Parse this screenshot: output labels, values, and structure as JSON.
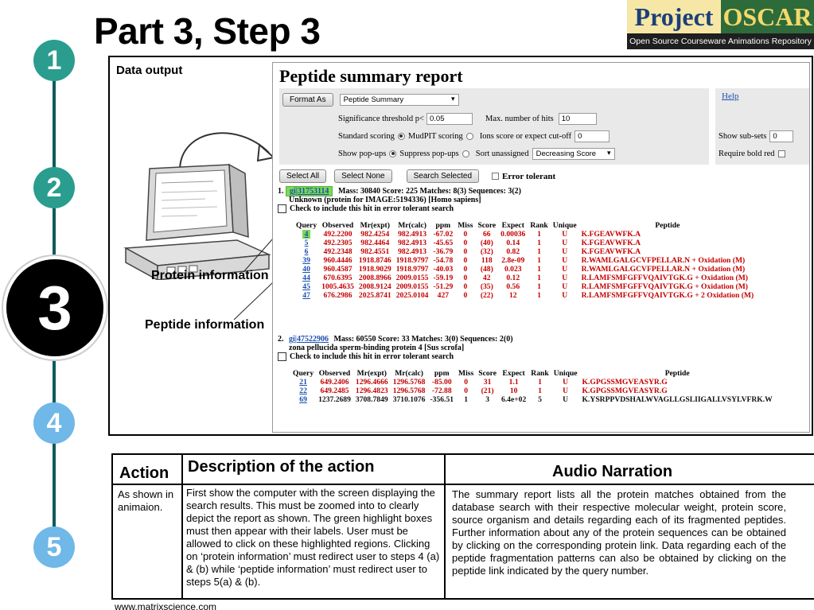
{
  "slide": {
    "title": "Part 3, Step 3",
    "footer": "www.matrixscience.com",
    "steps": [
      "1",
      "2",
      "3",
      "4",
      "5"
    ],
    "current_step": "3"
  },
  "logo": {
    "word1": "Project",
    "word2": "OSCAR",
    "subtitle": "Open Source Courseware Animations Repository"
  },
  "panel": {
    "label": "Data output",
    "callouts": {
      "protein": "Protein information",
      "peptide": "Peptide information"
    }
  },
  "report": {
    "title": "Peptide summary report",
    "format_button": "Format As",
    "format_value": "Peptide Summary",
    "help": "Help",
    "sig_label": "Significance threshold p<",
    "sig_value": "0.05",
    "max_hits_label": "Max. number of hits",
    "max_hits_value": "10",
    "standard_scoring": "Standard scoring",
    "mudpit_scoring": "MudPIT scoring",
    "ions_label": "Ions score or expect cut-off",
    "ions_value": "0",
    "subsets_label": "Show sub-sets",
    "subsets_value": "0",
    "show_popups": "Show pop-ups",
    "suppress_popups": "Suppress pop-ups",
    "sort_label": "Sort unassigned",
    "sort_value": "Decreasing Score",
    "bold_red_label": "Require bold red",
    "select_all": "Select All",
    "select_none": "Select None",
    "search_selected": "Search Selected",
    "error_tolerant": "Error tolerant",
    "columns": [
      "Query",
      "Observed",
      "Mr(expt)",
      "Mr(calc)",
      "ppm",
      "Miss",
      "Score",
      "Expect",
      "Rank",
      "Unique",
      "Peptide"
    ],
    "hits": [
      {
        "num": "1.",
        "accession": "gi|31753114",
        "summary": "Mass: 30840   Score: 225   Matches: 8(3)  Sequences: 3(2)",
        "description": "Unknown (protein for IMAGE:5194336) [Homo sapiens]",
        "check_text": "Check to include this hit in error tolerant search",
        "rows": [
          {
            "q": "4",
            "obs": "492.2200",
            "mexp": "982.4254",
            "mcalc": "982.4913",
            "ppm": "-67.02",
            "miss": "0",
            "score": "66",
            "expect": "0.00036",
            "rank": "1",
            "uniq": "U",
            "pep": "K.FGEAVWFK.A"
          },
          {
            "q": "5",
            "obs": "492.2305",
            "mexp": "982.4464",
            "mcalc": "982.4913",
            "ppm": "-45.65",
            "miss": "0",
            "score": "(40)",
            "expect": "0.14",
            "rank": "1",
            "uniq": "U",
            "pep": "K.FGEAVWFK.A"
          },
          {
            "q": "6",
            "obs": "492.2348",
            "mexp": "982.4551",
            "mcalc": "982.4913",
            "ppm": "-36.79",
            "miss": "0",
            "score": "(32)",
            "expect": "0.82",
            "rank": "1",
            "uniq": "U",
            "pep": "K.FGEAVWFK.A"
          },
          {
            "q": "39",
            "obs": "960.4446",
            "mexp": "1918.8746",
            "mcalc": "1918.9797",
            "ppm": "-54.78",
            "miss": "0",
            "score": "118",
            "expect": "2.8e-09",
            "rank": "1",
            "uniq": "U",
            "pep": "R.WAMLGALGCVFPELLAR.N + Oxidation (M)"
          },
          {
            "q": "40",
            "obs": "960.4587",
            "mexp": "1918.9029",
            "mcalc": "1918.9797",
            "ppm": "-40.03",
            "miss": "0",
            "score": "(48)",
            "expect": "0.023",
            "rank": "1",
            "uniq": "U",
            "pep": "R.WAMLGALGCVFPELLAR.N + Oxidation (M)"
          },
          {
            "q": "44",
            "obs": "670.6395",
            "mexp": "2008.8966",
            "mcalc": "2009.0155",
            "ppm": "-59.19",
            "miss": "0",
            "score": "42",
            "expect": "0.12",
            "rank": "1",
            "uniq": "U",
            "pep": "R.LAMFSMFGFFVQAIVTGK.G + Oxidation (M)"
          },
          {
            "q": "45",
            "obs": "1005.4635",
            "mexp": "2008.9124",
            "mcalc": "2009.0155",
            "ppm": "-51.29",
            "miss": "0",
            "score": "(35)",
            "expect": "0.56",
            "rank": "1",
            "uniq": "U",
            "pep": "R.LAMFSMFGFFVQAIVTGK.G + Oxidation (M)"
          },
          {
            "q": "47",
            "obs": "676.2986",
            "mexp": "2025.8741",
            "mcalc": "2025.0104",
            "ppm": "427",
            "miss": "0",
            "score": "(22)",
            "expect": "12",
            "rank": "1",
            "uniq": "U",
            "pep": "R.LAMFSMFGFFVQAIVTGK.G + 2 Oxidation (M)"
          }
        ]
      },
      {
        "num": "2.",
        "accession": "gi|47522906",
        "summary": "Mass: 60550   Score: 33    Matches: 3(0)  Sequences: 2(0)",
        "description": "zona pellucida sperm-binding protein 4 [Sus scrofa]",
        "check_text": "Check to include this hit in error tolerant search",
        "rows": [
          {
            "q": "21",
            "obs": "649.2406",
            "mexp": "1296.4666",
            "mcalc": "1296.5768",
            "ppm": "-85.00",
            "miss": "0",
            "score": "31",
            "expect": "1.1",
            "rank": "1",
            "uniq": "U",
            "pep": "K.GPGSSMGVEASYR.G"
          },
          {
            "q": "22",
            "obs": "649.2485",
            "mexp": "1296.4823",
            "mcalc": "1296.5768",
            "ppm": "-72.88",
            "miss": "0",
            "score": "(21)",
            "expect": "10",
            "rank": "1",
            "uniq": "U",
            "pep": "K.GPGSSMGVEASYR.G"
          },
          {
            "q": "69",
            "obs": "1237.2689",
            "mexp": "3708.7849",
            "mcalc": "3710.1076",
            "ppm": "-356.51",
            "miss": "1",
            "score": "3",
            "expect": "6.4e+02",
            "rank": "5",
            "uniq": "U",
            "pep": "K.YSRPPVDSHALWVAGLLGSLIIGALLVSYLVFRK.W"
          }
        ]
      }
    ]
  },
  "table": {
    "h_action": "Action",
    "h_desc": "Description of the action",
    "h_audio": "Audio Narration",
    "action": "As shown in animaion.",
    "desc": "First show the computer with the screen displaying the search results. This must be zoomed into to clearly depict the report as shown. The green highlight boxes must then appear with their labels. User must be allowed to click on these highlighted regions. Clicking on ‘protein information’ must redirect user to steps 4 (a) & (b) while ‘peptide information’ must redirect user to steps 5(a) & (b).",
    "audio": "The summary report lists all the protein matches obtained from the database search with their respective molecular weight, protein score, source organism and details regarding each of its fragmented peptides. Further information about any of the protein sequences can be obtained by clicking on the corresponding protein link. Data regarding each of the peptide fragmentation patterns can also be obtained by clicking on the peptide link indicated by the query number."
  }
}
